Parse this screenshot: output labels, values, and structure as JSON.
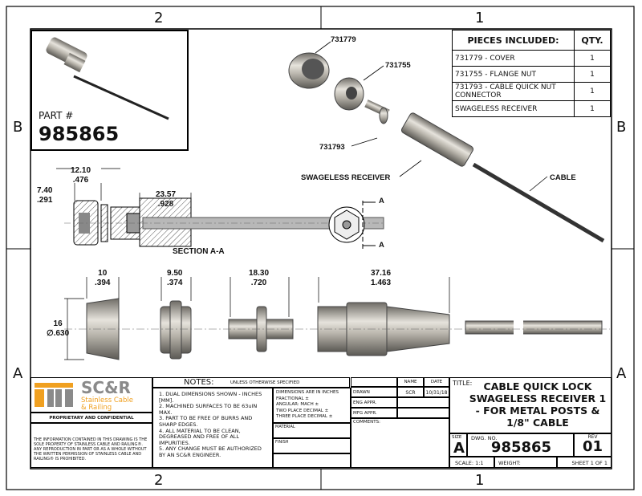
{
  "zones": {
    "top": [
      "2",
      "1"
    ],
    "bottom": [
      "2",
      "1"
    ],
    "left": [
      "B",
      "A"
    ],
    "right": [
      "B",
      "A"
    ]
  },
  "part_box": {
    "label": "PART #",
    "number": "985865"
  },
  "pieces": {
    "headers": [
      "PIECES INCLUDED:",
      "QTY."
    ],
    "rows": [
      [
        "731779 - COVER",
        "1"
      ],
      [
        "731755 - FLANGE NUT",
        "1"
      ],
      [
        "731793 - CABLE QUICK NUT CONNECTOR",
        "1"
      ],
      [
        "SWAGELESS RECEIVER",
        "1"
      ]
    ]
  },
  "callouts": {
    "cover": "731779",
    "flange": "731755",
    "connector": "731793",
    "receiver": "SWAGELESS RECEIVER",
    "cable": "CABLE"
  },
  "section": {
    "title": "SECTION A-A",
    "marker": "A",
    "dims": [
      {
        "mm": "12.10",
        "in": ".476"
      },
      {
        "mm": "7.40",
        "in": ".291"
      },
      {
        "mm": "23.57",
        "in": ".928"
      }
    ]
  },
  "part_dims": [
    {
      "mm": "10",
      "in": ".394"
    },
    {
      "mm": "9.50",
      "in": ".374"
    },
    {
      "mm": "18.30",
      "in": ".720"
    },
    {
      "mm": "37.16",
      "in": "1.463"
    },
    {
      "mm": "16",
      "in": "∅.630"
    }
  ],
  "logo": {
    "brand": "SC&R",
    "line1": "Stainless Cable",
    "line2": "& Railing",
    "proprietary": "PROPRIETARY AND CONFIDENTIAL",
    "disclaimer": "THE INFORMATION CONTAINED IN THIS DRAWING IS THE SOLE PROPERTY OF STAINLESS CABLE AND RAILING®. ANY REPRODUCTION IN PART OR AS A WHOLE WITHOUT THE WRITTEN PERMISSION OF STAINLESS CABLE AND RAILING® IS PROHIBITED."
  },
  "notes": {
    "title": "NOTES:",
    "subtitle": "UNLESS OTHERWISE SPECIFIED",
    "items": [
      "1. DUAL DIMENSIONS SHOWN - INCHES [MM].",
      "2. MACHINED SURFACES TO BE 63uIN MAX.",
      "3. PART TO BE FREE OF BURRS AND SHARP EDGES.",
      "4. ALL MATERIAL TO BE CLEAN, DEGREASED AND FREE OF ALL IMPURITIES.",
      "5. ANY CHANGE MUST BE AUTHORIZED BY AN SC&R ENGINEER."
    ]
  },
  "tolerances": {
    "title": "DIMENSIONS ARE IN INCHES",
    "rows": [
      "FRACTIONAL ±",
      "ANGULAR: MACH ±",
      "TWO PLACE DECIMAL ±",
      "THREE PLACE DECIMAL ±"
    ],
    "material": "MATERIAL",
    "finish": "FINISH"
  },
  "approvals": {
    "name": "NAME",
    "date": "DATE",
    "drawn": "DRAWN",
    "drawn_name": "SCR",
    "drawn_date": "10/31/18",
    "eng": "ENG APPR.",
    "mfg": "MFG APPR.",
    "comments": "COMMENTS:"
  },
  "title_block": {
    "title_label": "TITLE:",
    "title": "CABLE QUICK LOCK SWAGELESS RECEIVER 1 - FOR METAL POSTS & 1/8\" CABLE",
    "size_label": "SIZE",
    "size": "A",
    "dwg_label": "DWG. NO.",
    "dwg": "985865",
    "rev_label": "REV",
    "rev": "01",
    "scale": "SCALE: 1:1",
    "weight": "WEIGHT:",
    "sheet": "SHEET 1 OF 1"
  },
  "colors": {
    "orange": "#f0a020",
    "gray": "#8a8a8a"
  }
}
